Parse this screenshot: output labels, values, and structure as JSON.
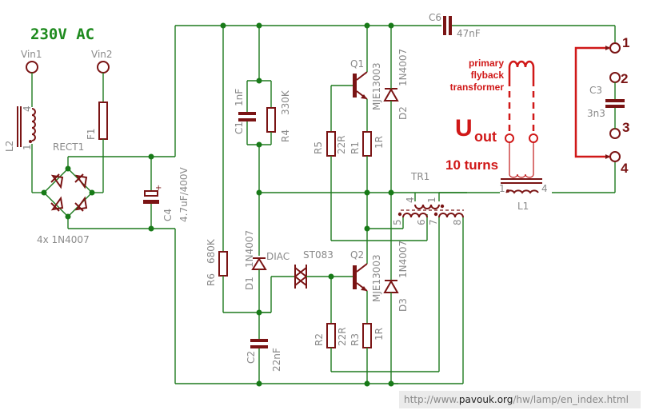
{
  "title": "230V AC",
  "inputs": {
    "vin1": "Vin1",
    "vin2": "Vin2"
  },
  "components": {
    "L2": {
      "name": "L2",
      "pin_a": "4",
      "pin_b": "1"
    },
    "F1": {
      "name": "F1"
    },
    "RECT1": {
      "name": "RECT1",
      "value": "4x 1N4007"
    },
    "C4": {
      "name": "C4",
      "value": "4.7uF/400V"
    },
    "C1": {
      "name": "C1",
      "value": "1nF"
    },
    "R4": {
      "name": "R4",
      "value": "330K"
    },
    "R5": {
      "name": "R5",
      "value": "22R"
    },
    "R1": {
      "name": "R1",
      "value": "1R"
    },
    "Q1": {
      "name": "Q1",
      "value": "MJE13003"
    },
    "D2": {
      "name": "D2",
      "value": "1N4007"
    },
    "C6": {
      "name": "C6",
      "value": "47nF"
    },
    "R6": {
      "name": "R6",
      "value": "680K"
    },
    "D1": {
      "name": "D1",
      "value": "1N4007"
    },
    "DIAC": {
      "name": "DIAC",
      "value": "ST083"
    },
    "C2": {
      "name": "C2",
      "value": "22nF"
    },
    "Q2": {
      "name": "Q2",
      "value": "MJE13003"
    },
    "D3": {
      "name": "D3",
      "value": "1N4007"
    },
    "R2": {
      "name": "R2",
      "value": "22R"
    },
    "R3": {
      "name": "R3",
      "value": "1R"
    },
    "TR1": {
      "name": "TR1",
      "pins": [
        "4",
        "1",
        "5",
        "6",
        "7",
        "8"
      ]
    },
    "L1": {
      "name": "L1",
      "pin_a": "1",
      "pin_b": "4"
    },
    "C3": {
      "name": "C3",
      "value": "3n3"
    }
  },
  "lamp_pins": [
    "1",
    "2",
    "3",
    "4"
  ],
  "annotations": {
    "primary_line1": "primary",
    "primary_line2": "flyback",
    "primary_line3": "transformer",
    "uout_main": "U",
    "uout_sub": "out",
    "turns": "10 turns"
  },
  "url": {
    "prefix": "http://www.",
    "domain": "pavouk.org",
    "path": "/hw/lamp/en_index.html"
  }
}
